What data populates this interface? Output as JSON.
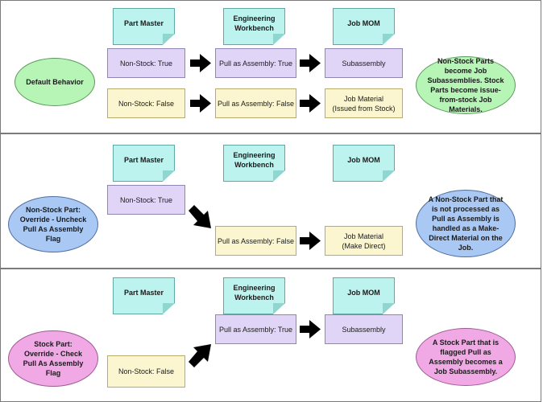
{
  "headers": {
    "part_master": "Part Master",
    "engineering_workbench": "Engineering Workbench",
    "job_mom": "Job MOM"
  },
  "panel1": {
    "label": "Default Behavior",
    "row1": {
      "part": "Non-Stock: True",
      "eng": "Pull as Assembly: True",
      "job": "Subassembly"
    },
    "row2": {
      "part": "Non-Stock: False",
      "eng": "Pull as Assembly: False",
      "job": "Job Material\n(Issued from Stock)"
    },
    "summary": "Non-Stock Parts become Job Subassemblies.  Stock Parts become issue-from-stock Job Materials."
  },
  "panel2": {
    "label": "Non-Stock Part: Override - Uncheck Pull As Assembly Flag",
    "part": "Non-Stock: True",
    "eng": "Pull as Assembly: False",
    "job": "Job Material\n(Make Direct)",
    "summary": "A Non-Stock Part that is not processed as Pull as Assembly is handled as a Make-Direct Material on the Job."
  },
  "panel3": {
    "label": "Stock Part: Override - Check Pull As Assembly Flag",
    "part": "Non-Stock: False",
    "eng": "Pull as Assembly: True",
    "job": "Subassembly",
    "summary": "A Stock Part that is flagged Pull as Assembly becomes a Job Subassembly."
  },
  "colors": {
    "purple_box": "#e1d5f7",
    "yellow_box": "#fbf6cf",
    "note": "#bdf3ef",
    "green_oval": "#b6f5b6",
    "blue_oval": "#a9c8f3",
    "pink_oval": "#f1a9e6",
    "arrow": "#000000"
  }
}
